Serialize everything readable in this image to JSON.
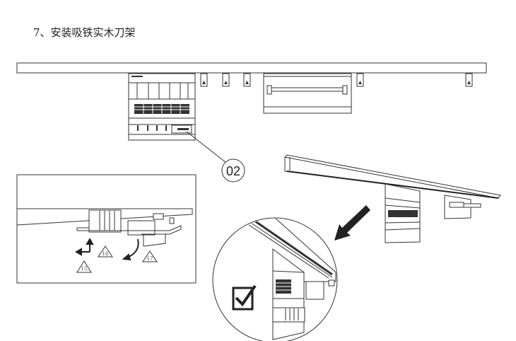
{
  "step_title": "7、安装吸铁实木刀架",
  "callout_label": "02",
  "step_markers": [
    "16",
    "15",
    "17"
  ],
  "colors": {
    "line": "#333333",
    "background": "#ffffff"
  }
}
